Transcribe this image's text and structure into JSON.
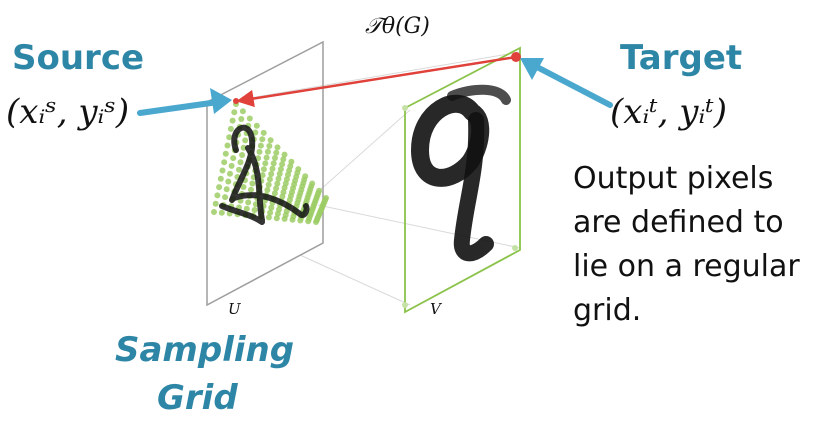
{
  "transform_label": "𝒯θ(G)",
  "source": {
    "title": "Source",
    "coords": "(xᵢˢ, yᵢˢ)"
  },
  "target": {
    "title": "Target",
    "coords": "(xᵢᵗ, yᵢᵗ)"
  },
  "output_description": [
    "Output pixels",
    "are defined to",
    "lie on a regular",
    "grid."
  ],
  "plane_labels": {
    "input": "U",
    "output": "V"
  },
  "sampling_grid_label": [
    "Sampling",
    "Grid"
  ],
  "colors": {
    "teal": "#2e86a6",
    "arrow_red": "#e0413a",
    "grid_green": "#9ccc65",
    "output_frame": "#8bc34a",
    "input_frame": "#9e9e9e",
    "pointer_blue": "#4aa8cf"
  }
}
